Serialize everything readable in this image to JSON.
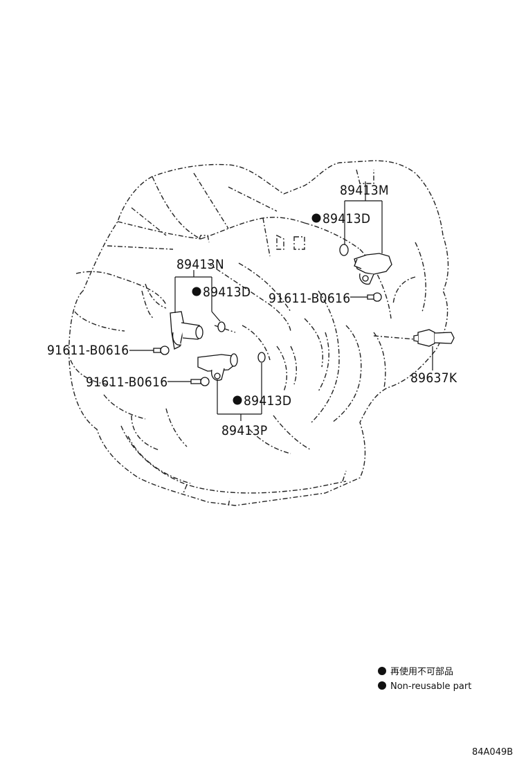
{
  "diagram": {
    "labels": {
      "p_89413M": "89413M",
      "p_89413D_top": "89413D",
      "p_89413N": "89413N",
      "p_89413D_mid": "89413D",
      "p_91611_right": "91611-B0616",
      "p_91611_left_top": "91611-B0616",
      "p_91611_left_bot": "91611-B0616",
      "p_89637K": "89637K",
      "p_89413D_low": "89413D",
      "p_89413P": "89413P"
    },
    "legend": {
      "jp": "再使用不可部品",
      "en": "Non-reusable part"
    },
    "code": "84A049B"
  }
}
